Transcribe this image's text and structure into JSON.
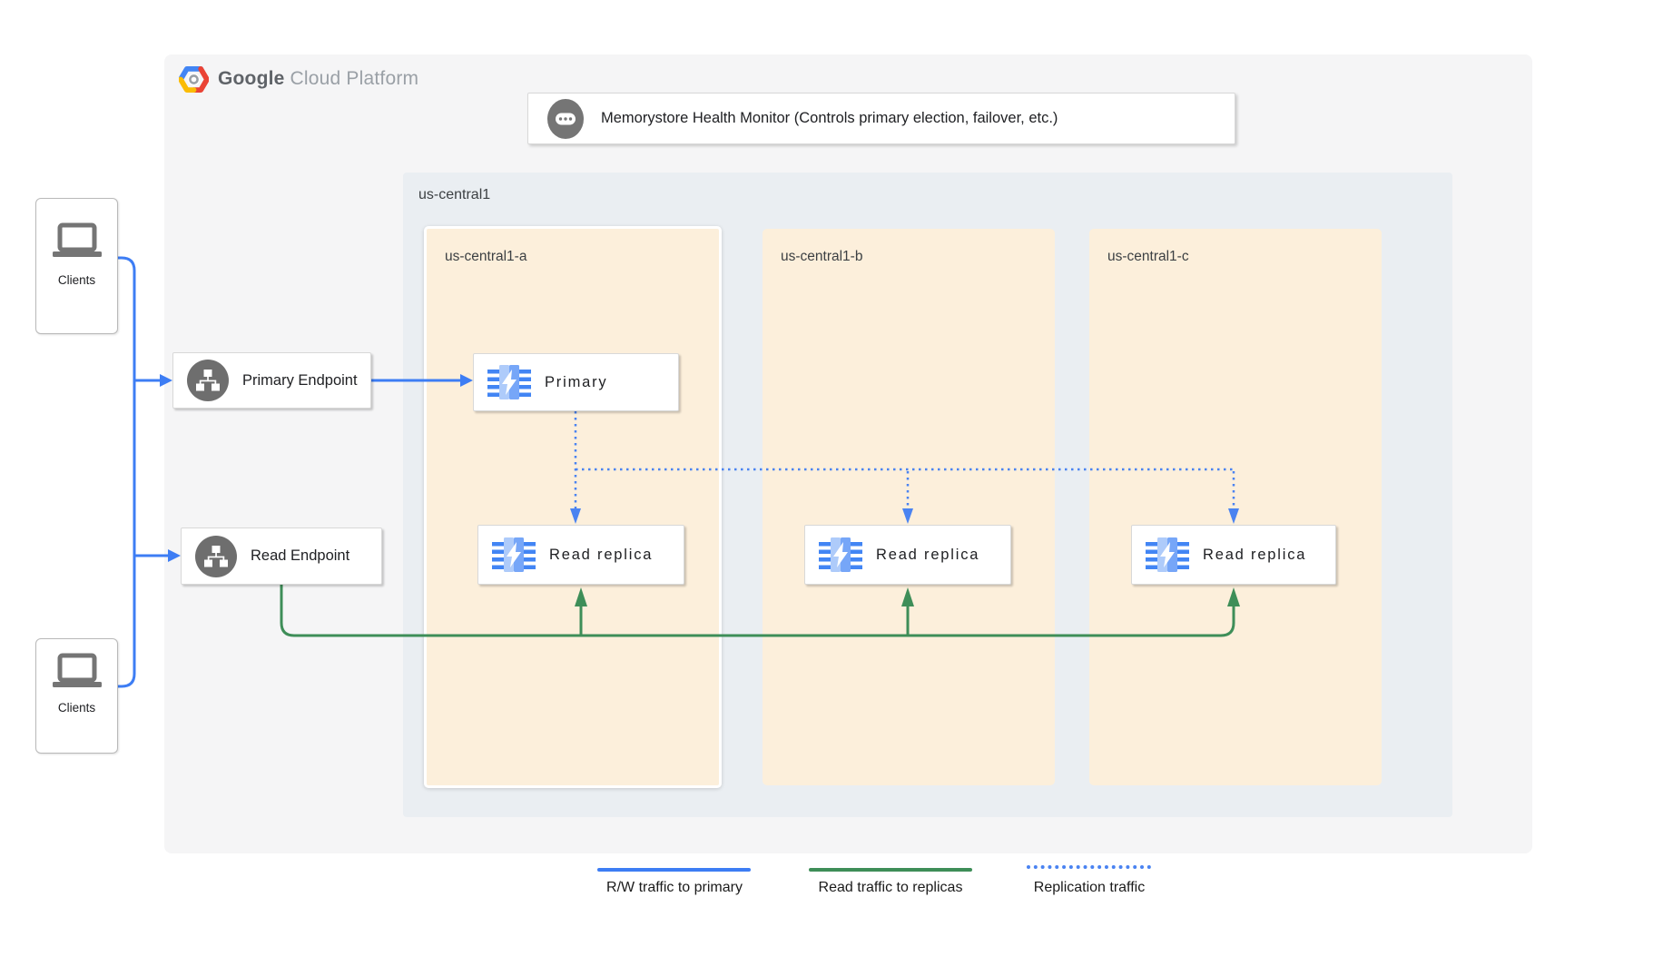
{
  "header": {
    "brand_bold": "Google",
    "brand_light": "Cloud Platform"
  },
  "monitor": {
    "label": "Memorystore Health Monitor (Controls primary election, failover, etc.)"
  },
  "region": {
    "label": "us-central1"
  },
  "zones": [
    {
      "label": "us-central1-a"
    },
    {
      "label": "us-central1-b"
    },
    {
      "label": "us-central1-c"
    }
  ],
  "nodes": {
    "primary_endpoint": "Primary Endpoint",
    "read_endpoint": "Read Endpoint",
    "primary": "Primary",
    "replica_a": "Read replica",
    "replica_b": "Read replica",
    "replica_c": "Read replica"
  },
  "clients": {
    "top": "Clients",
    "bottom": "Clients"
  },
  "legend": [
    {
      "style": "solid",
      "color": "#3d7df4",
      "label": "R/W traffic to primary"
    },
    {
      "style": "solid",
      "color": "#3e8e58",
      "label": "Read traffic to replicas"
    },
    {
      "style": "dotted",
      "color": "#4a83f1",
      "label": "Replication traffic"
    }
  ],
  "icons": {
    "brand": "gcp-hexagon-icon",
    "monitor": "chat-dots-icon",
    "endpoint": "sitemap-icon",
    "memorystore": "memorystore-chip-icon",
    "clients": "laptop-icon"
  },
  "colors": {
    "panel_bg": "#f5f5f6",
    "region_bg": "#eaeef2",
    "zone_bg": "#fcefdb",
    "rw_traffic": "#3d7df4",
    "read_traffic": "#3e8e58",
    "replication_traffic": "#4a83f1",
    "icon_gray": "#6e6e6e"
  }
}
